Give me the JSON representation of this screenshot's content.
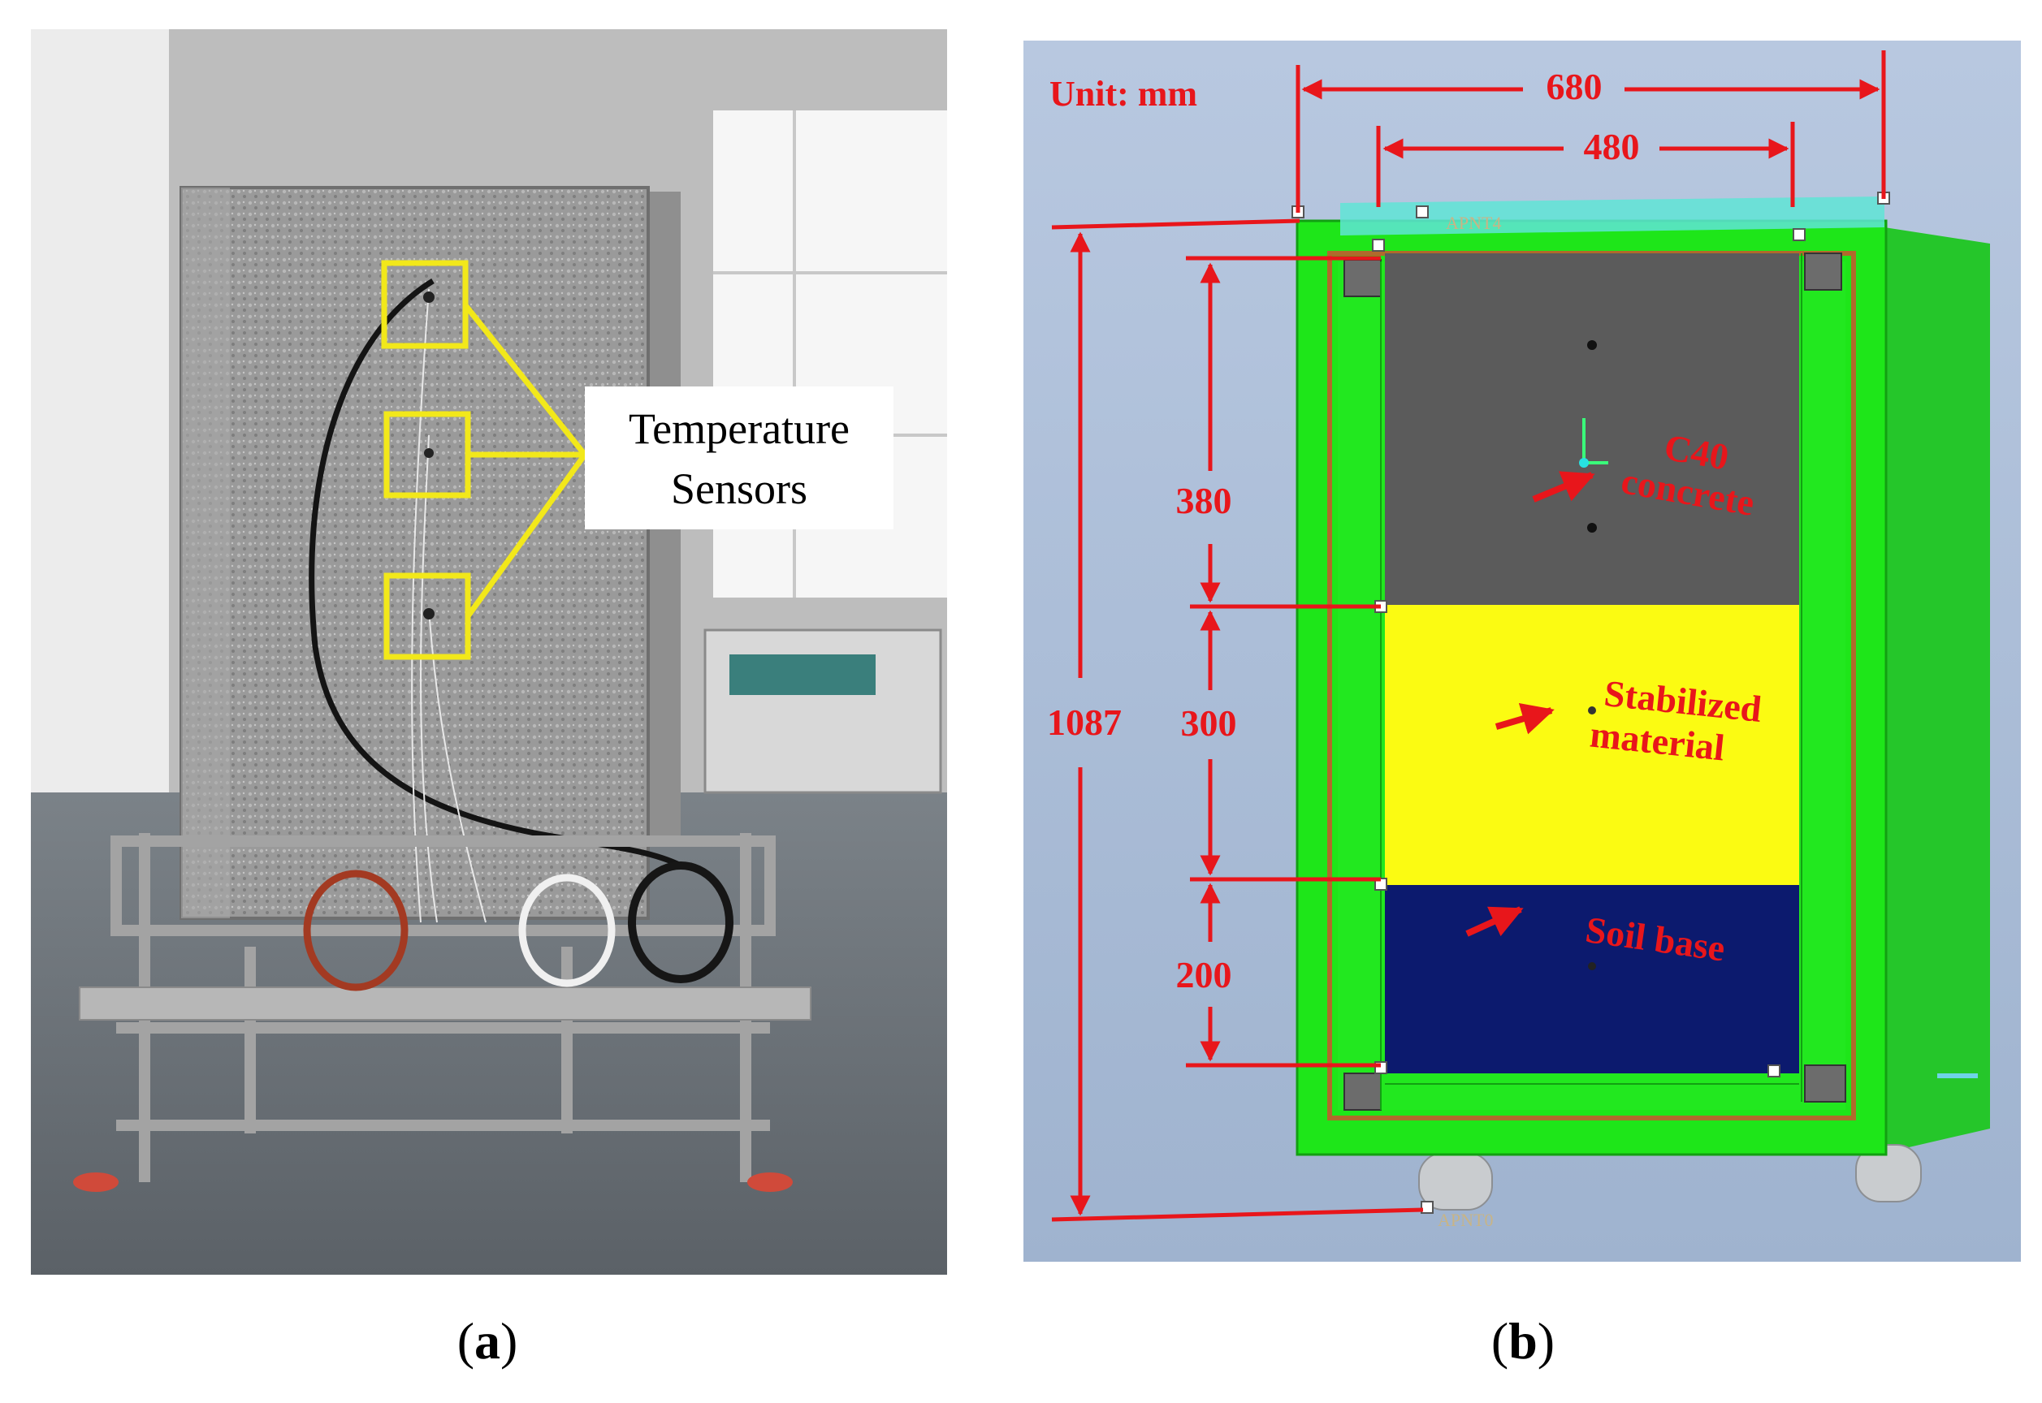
{
  "panel_a": {
    "caption": "a",
    "callout_line1": "Temperature",
    "callout_line2": "Sensors",
    "callout_color": "#f2e81a"
  },
  "panel_b": {
    "caption": "b",
    "unit_label": "Unit: mm",
    "dim_outer_width": "680",
    "dim_inner_width": "480",
    "dim_total_height": "1087",
    "dim_layer_top": "380",
    "dim_layer_middle": "300",
    "dim_layer_bottom": "200",
    "layer_top_line1": "C40",
    "layer_top_line2": "concrete",
    "layer_middle_line1": "Stabilized",
    "layer_middle_line2": "material",
    "layer_bottom": "Soil base",
    "marker_top": "APNT4",
    "marker_bottom": "APNT0",
    "colors": {
      "annotation": "#e8161b",
      "frame": "#1ee619",
      "concrete": "#5b5b5b",
      "stabilized": "#fbfb12",
      "soil": "#0c1a6e",
      "background": "#a8bcd8"
    }
  }
}
